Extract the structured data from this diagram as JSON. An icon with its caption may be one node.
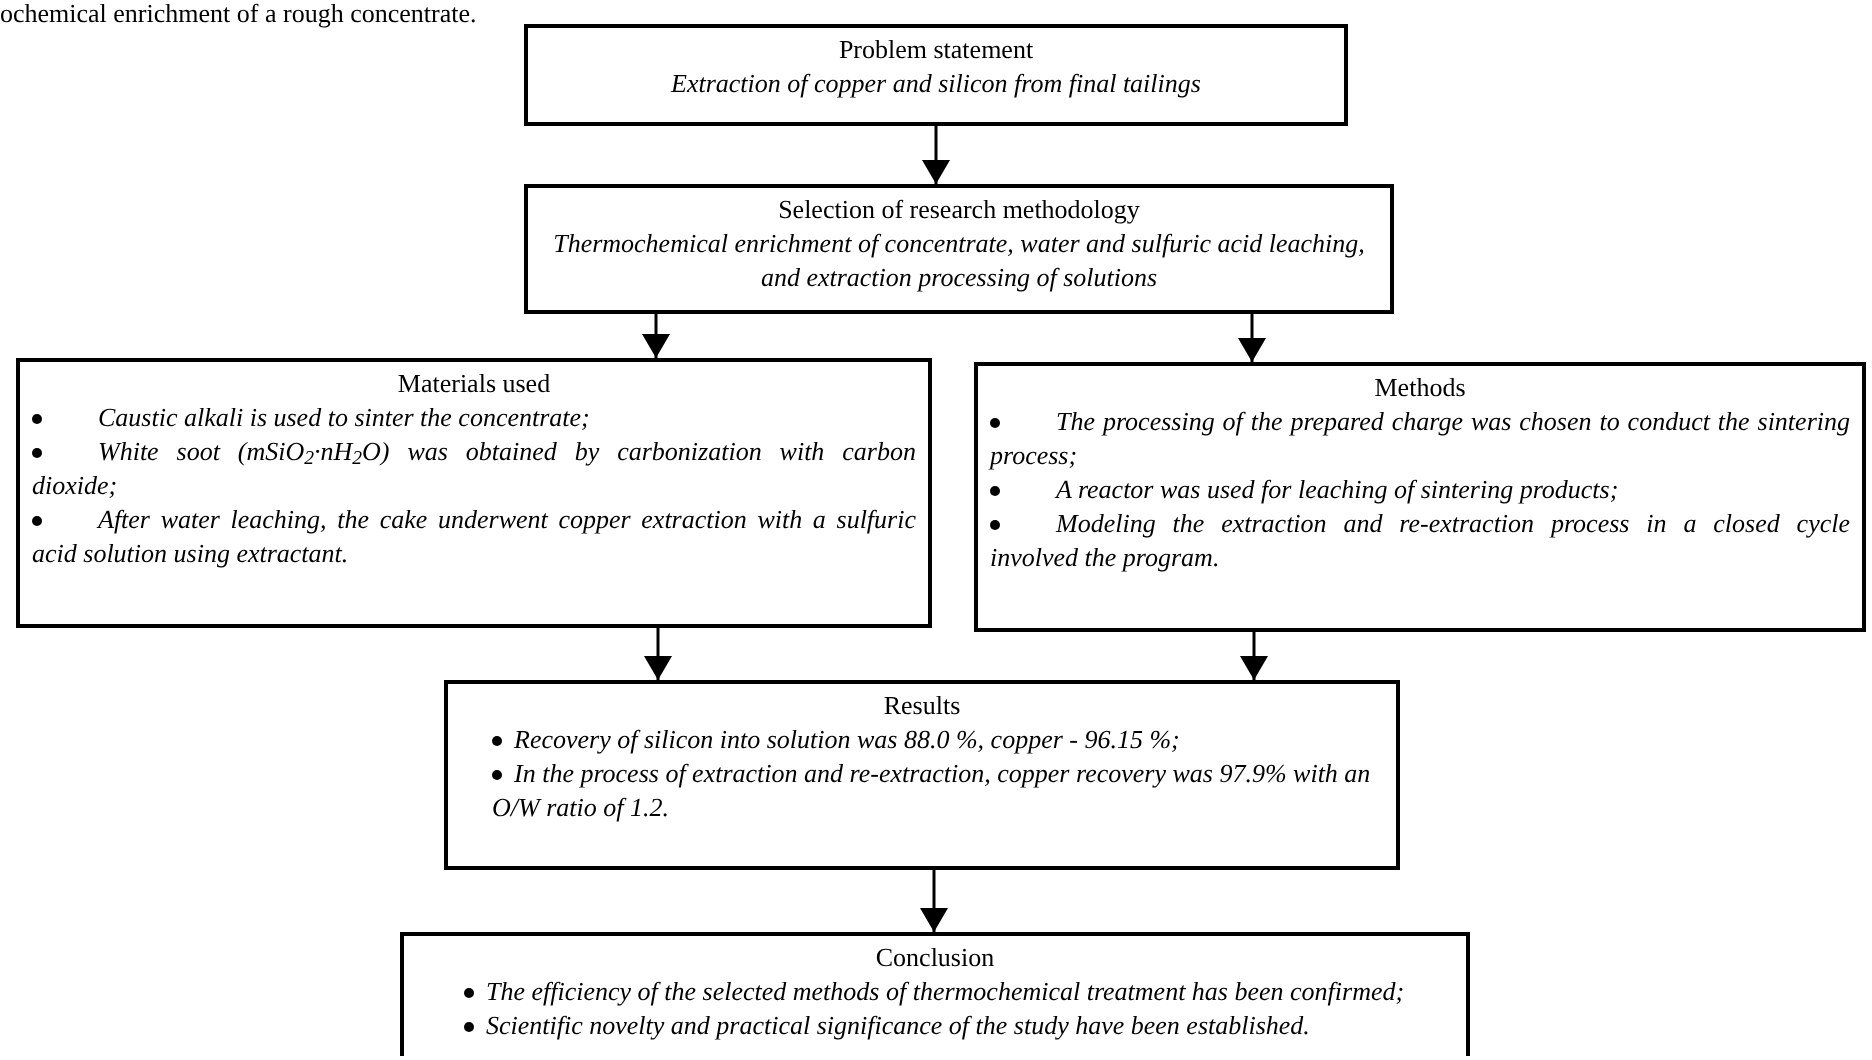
{
  "diagram": {
    "nodes": [
      {
        "text": [
          "Problem statement",
          "Extraction of copper and silicon from final tailings"
        ]
      },
      {
        "text": [
          "Selection of research methodology",
          "Thermochemical enrichment of concentrate, water and sulfuric acid leaching, and extraction processing of solutions"
        ]
      },
      {
        "text": [
          "Materials used",
          "Caustic alkali is used to sinter the concentrate;",
          "White soot (mSiO$_{2}$·nH$_{2}$O) was obtained by carbonization with carbon dioxide;",
          "After water leaching, the cake underwent copper extraction with a sulfuric acid solution using extractant."
        ]
      },
      {
        "text": [
          "Methods",
          "The processing of the prepared charge was chosen to conduct the sintering process;",
          "A reactor was used for leaching of sintering products;",
          "Modeling the extraction and re-extraction process in a closed cycle involved the program."
        ]
      },
      {
        "text": [
          "Results",
          "Recovery of silicon into solution was 88.0 %, copper - 96.15 %;",
          "In the process of extraction and re-extraction, copper recovery was 97.9% with an O/W ratio of 1.2."
        ]
      },
      {
        "text": [
          "Conclusion",
          "The efficiency of the selected methods of thermochemical treatment has been confirmed;",
          "Scientific novelty and practical significance of the study have been established."
        ]
      }
    ],
    "edges": [
      {
        "from": 0,
        "to": 1,
        "arrow": "to"
      },
      {
        "from": 1,
        "to": 2,
        "arrow": "to"
      },
      {
        "from": 1,
        "to": 3,
        "arrow": "to"
      },
      {
        "from": 2,
        "to": 4,
        "arrow": "to"
      },
      {
        "from": 3,
        "to": 4,
        "arrow": "to"
      },
      {
        "from": 4,
        "to": 5,
        "arrow": "to"
      }
    ],
    "labels": [
      "ochemical enrichment of a rough concentrate."
    ]
  }
}
